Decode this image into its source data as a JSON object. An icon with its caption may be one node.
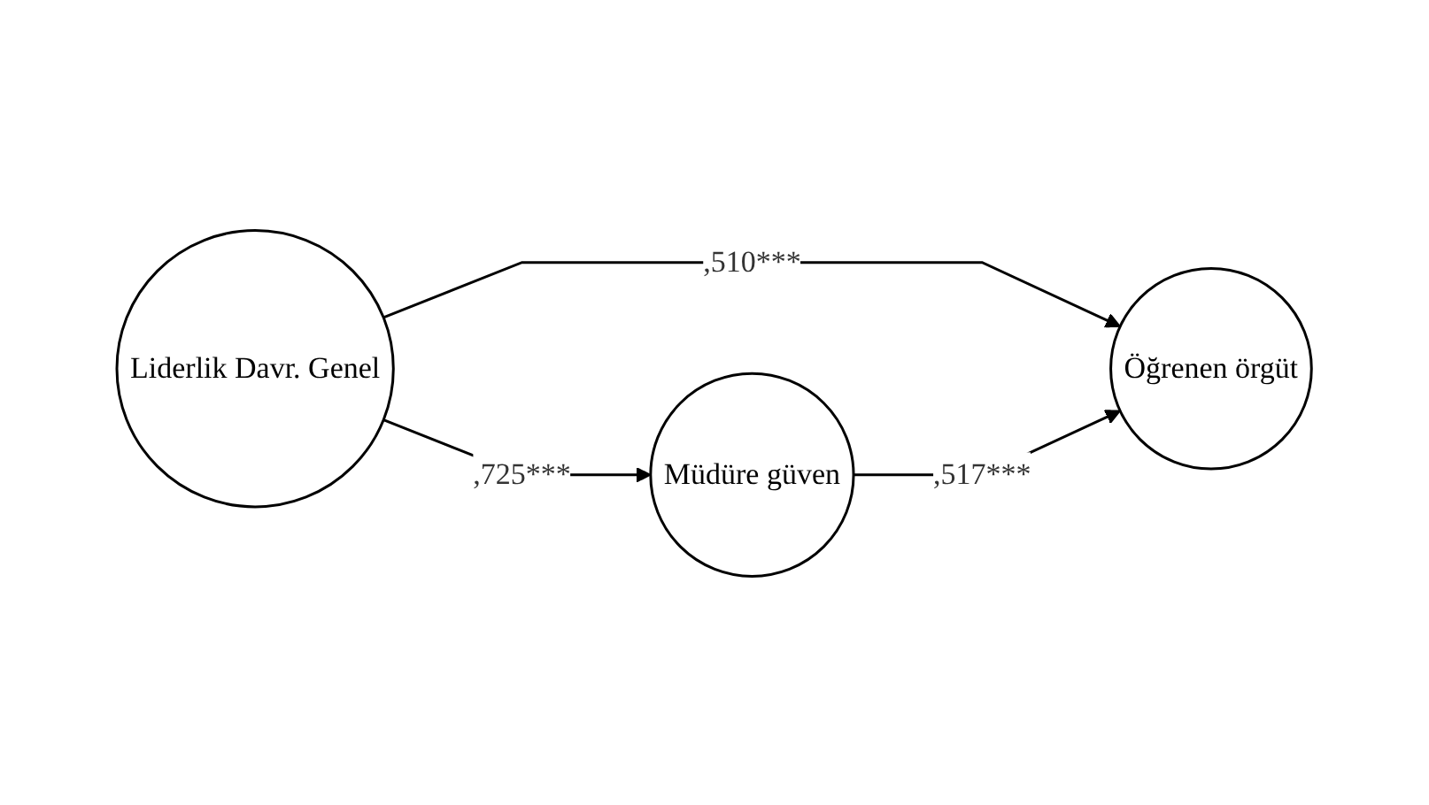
{
  "diagram": {
    "nodes": [
      {
        "text": [
          "Liderlik Davr. Genel"
        ]
      },
      {
        "text": [
          "Öğrenen örgüt"
        ]
      },
      {
        "text": [
          "Müdüre güven"
        ]
      }
    ],
    "edges": [
      {
        "from": 0,
        "to": 1,
        "arrow": "to",
        "label": ",510***"
      },
      {
        "from": 0,
        "to": 2,
        "arrow": "to",
        "label": ",725***"
      },
      {
        "from": 2,
        "to": 1,
        "arrow": "to",
        "label": ",517***"
      }
    ]
  }
}
